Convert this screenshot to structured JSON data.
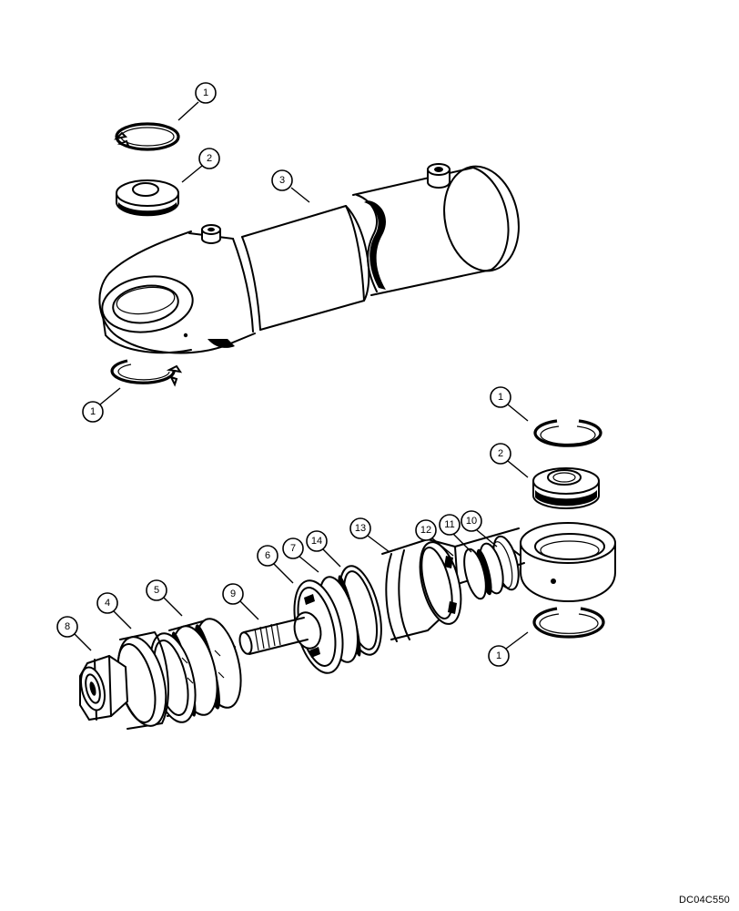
{
  "callouts": [
    {
      "id": "c1a",
      "label": "1"
    },
    {
      "id": "c2a",
      "label": "2"
    },
    {
      "id": "c3",
      "label": "3"
    },
    {
      "id": "c1b",
      "label": "1"
    },
    {
      "id": "c1c",
      "label": "1"
    },
    {
      "id": "c2b",
      "label": "2"
    },
    {
      "id": "c13",
      "label": "13"
    },
    {
      "id": "c12",
      "label": "12"
    },
    {
      "id": "c11",
      "label": "11"
    },
    {
      "id": "c10",
      "label": "10"
    },
    {
      "id": "c14",
      "label": "14"
    },
    {
      "id": "c7",
      "label": "7"
    },
    {
      "id": "c6",
      "label": "6"
    },
    {
      "id": "c9",
      "label": "9"
    },
    {
      "id": "c5",
      "label": "5"
    },
    {
      "id": "c4",
      "label": "4"
    },
    {
      "id": "c8",
      "label": "8"
    },
    {
      "id": "c1d",
      "label": "1"
    }
  ],
  "drawing_code": "DC04C550"
}
